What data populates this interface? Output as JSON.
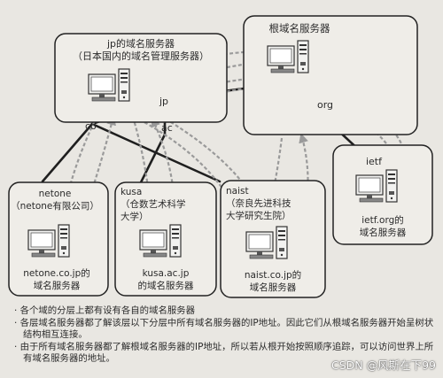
{
  "servers": {
    "jp": {
      "title": "jp的域名服务器",
      "subtitle": "（日本国内的域名管理服务器）"
    },
    "root": {
      "title": "根域名服务器"
    },
    "ietf": {
      "label": "ietf",
      "caption_1": "ietf.org的",
      "caption_2": "域名服务器"
    },
    "netone": {
      "label_1": "netone",
      "label_2": "（netone有限公司）",
      "caption_1": "netone.co.jp的",
      "caption_2": "域名服务器"
    },
    "kusa": {
      "label_1": "kusa",
      "label_2": "（仓数艺术科学",
      "label_3": "大学）",
      "caption_1": "kusa.ac.jp",
      "caption_2": "的域名服务器"
    },
    "naist": {
      "label_1": "naist",
      "label_2": "（奈良先进科技",
      "label_3": "大学研究生院）",
      "caption_1": "naist.co.jp的",
      "caption_2": "域名服务器"
    }
  },
  "edges": {
    "jp": "jp",
    "ac": "ac",
    "co": "co",
    "org": "org"
  },
  "notes": [
    "· 各个域的分层上都有设有各自的域名服务器",
    "· 各层域名服务器都了解该层以下分层中所有域名服务器的IP地址。因此它们从根域名服务器开始呈树状结构相互连接。",
    "· 由于所有域名服务器都了解根域名服务器的IP地址，所以若从根开始按照顺序追踪，可以访问世界上所有域名服务器的地址。"
  ],
  "watermark": "CSDN @风斯在下99"
}
